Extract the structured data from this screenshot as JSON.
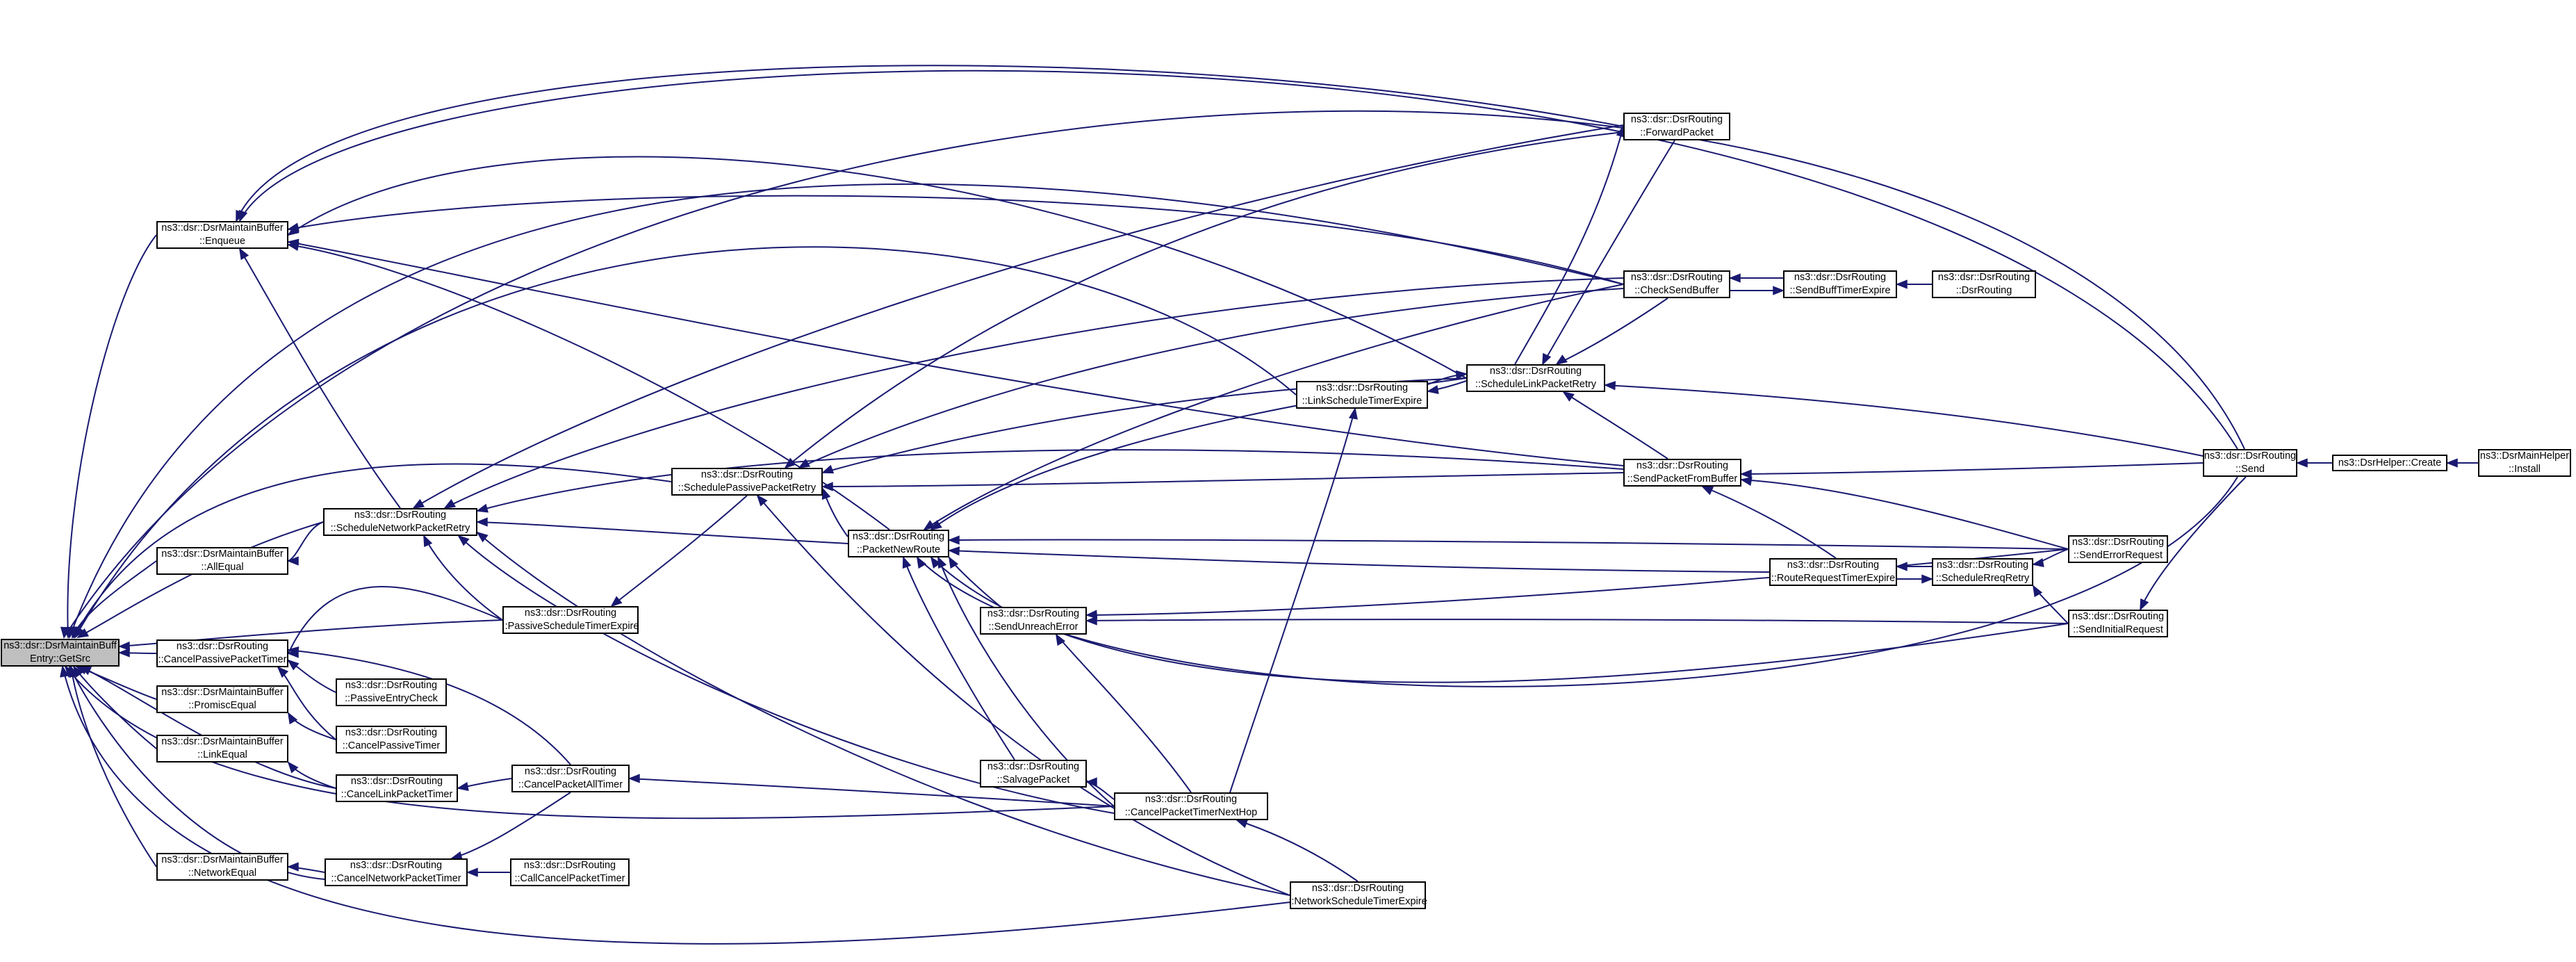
{
  "colors": {
    "edge": "#191970",
    "node_border": "#000000",
    "current_fill": "#bfbfbf",
    "background": "#ffffff"
  },
  "nodes": {
    "getsrc": {
      "line1": "ns3::dsr::DsrMaintainBuff",
      "line2": "Entry::GetSrc"
    },
    "enqueue": {
      "line1": "ns3::dsr::DsrMaintainBuffer",
      "line2": "::Enqueue"
    },
    "allequal": {
      "line1": "ns3::dsr::DsrMaintainBuffer",
      "line2": "::AllEqual"
    },
    "promiscequal": {
      "line1": "ns3::dsr::DsrMaintainBuffer",
      "line2": "::PromiscEqual"
    },
    "linkequal": {
      "line1": "ns3::dsr::DsrMaintainBuffer",
      "line2": "::LinkEqual"
    },
    "networkequal": {
      "line1": "ns3::dsr::DsrMaintainBuffer",
      "line2": "::NetworkEqual"
    },
    "cpassive": {
      "line1": "ns3::dsr::DsrRouting",
      "line2": "::CancelPassivePacketTimer"
    },
    "snpr": {
      "line1": "ns3::dsr::DsrRouting",
      "line2": "::ScheduleNetworkPacketRetry"
    },
    "pastimer": {
      "line1": "ns3::dsr::DsrRouting",
      "line2": "::PassiveScheduleTimerExpire"
    },
    "pentry": {
      "line1": "ns3::dsr::DsrRouting",
      "line2": "::PassiveEntryCheck"
    },
    "cpasstimer": {
      "line1": "ns3::dsr::DsrRouting",
      "line2": "::CancelPassiveTimer"
    },
    "clinkpkt": {
      "line1": "ns3::dsr::DsrRouting",
      "line2": "::CancelLinkPacketTimer"
    },
    "cpktall": {
      "line1": "ns3::dsr::DsrRouting",
      "line2": "::CancelPacketAllTimer"
    },
    "cnetpkt": {
      "line1": "ns3::dsr::DsrRouting",
      "line2": "::CancelNetworkPacketTimer"
    },
    "callcancel": {
      "line1": "ns3::dsr::DsrRouting",
      "line2": "::CallCancelPacketTimer"
    },
    "sppr": {
      "line1": "ns3::dsr::DsrRouting",
      "line2": "::SchedulePassivePacketRetry"
    },
    "pnr": {
      "line1": "ns3::dsr::DsrRouting",
      "line2": "::PacketNewRoute"
    },
    "sunreach": {
      "line1": "ns3::dsr::DsrRouting",
      "line2": "::SendUnreachError"
    },
    "salvage": {
      "line1": "ns3::dsr::DsrRouting",
      "line2": "::SalvagePacket"
    },
    "cptnh": {
      "line1": "ns3::dsr::DsrRouting",
      "line2": "::CancelPacketTimerNextHop"
    },
    "nste": {
      "line1": "ns3::dsr::DsrRouting",
      "line2": "::NetworkScheduleTimerExpire"
    },
    "lste": {
      "line1": "ns3::dsr::DsrRouting",
      "line2": "::LinkScheduleTimerExpire"
    },
    "slpr": {
      "line1": "ns3::dsr::DsrRouting",
      "line2": "::ScheduleLinkPacketRetry"
    },
    "fwd": {
      "line1": "ns3::dsr::DsrRouting",
      "line2": "::ForwardPacket"
    },
    "csb": {
      "line1": "ns3::dsr::DsrRouting",
      "line2": "::CheckSendBuffer"
    },
    "spfb": {
      "line1": "ns3::dsr::DsrRouting",
      "line2": "::SendPacketFromBuffer"
    },
    "rrte": {
      "line1": "ns3::dsr::DsrRouting",
      "line2": "::RouteRequestTimerExpire"
    },
    "sbte": {
      "line1": "ns3::dsr::DsrRouting",
      "line2": "::SendBuffTimerExpire"
    },
    "ctor": {
      "line1": "ns3::dsr::DsrRouting",
      "line2": "::DsrRouting"
    },
    "srr": {
      "line1": "ns3::dsr::DsrRouting",
      "line2": "::ScheduleRreqRetry"
    },
    "ser": {
      "line1": "ns3::dsr::DsrRouting",
      "line2": "::SendErrorRequest"
    },
    "sir": {
      "line1": "ns3::dsr::DsrRouting",
      "line2": "::SendInitialRequest"
    },
    "send": {
      "line1": "ns3::dsr::DsrRouting",
      "line2": "::Send"
    },
    "helper": {
      "line1": "ns3::DsrHelper::Create",
      "line2": ""
    },
    "main": {
      "line1": "ns3::DsrMainHelper",
      "line2": "::Install"
    }
  }
}
